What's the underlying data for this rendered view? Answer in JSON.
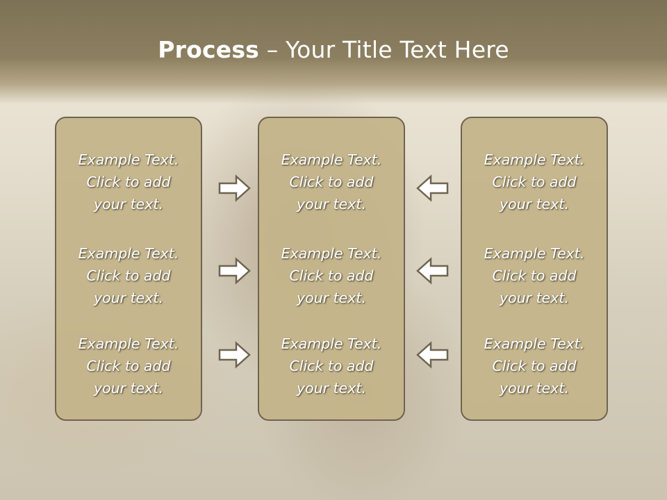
{
  "slide": {
    "title_strong": "Process",
    "title_rest": " – Your Title Text Here"
  },
  "columns": [
    {
      "items": [
        {
          "line1": "Example Text.",
          "line2": "Click  to add",
          "line3": "your text."
        },
        {
          "line1": "Example Text.",
          "line2": "Click  to add",
          "line3": "your text."
        },
        {
          "line1": "Example Text.",
          "line2": "Click  to add",
          "line3": "your text."
        }
      ]
    },
    {
      "items": [
        {
          "line1": "Example Text.",
          "line2": "Click  to add",
          "line3": "your text."
        },
        {
          "line1": "Example Text.",
          "line2": "Click  to add",
          "line3": "your text."
        },
        {
          "line1": "Example Text.",
          "line2": "Click  to add",
          "line3": "your text."
        }
      ]
    },
    {
      "items": [
        {
          "line1": "Example Text.",
          "line2": "Click  to add",
          "line3": "your text."
        },
        {
          "line1": "Example Text.",
          "line2": "Click  to add",
          "line3": "your text."
        },
        {
          "line1": "Example Text.",
          "line2": "Click  to add",
          "line3": "your text."
        }
      ]
    }
  ],
  "arrows": {
    "left_group": "arrow-right-icon",
    "right_group": "arrow-left-icon"
  },
  "colors": {
    "panel_fill": "#c4b48a",
    "panel_border": "#6e6450",
    "title_band": "#857858",
    "text": "#ffffff"
  }
}
